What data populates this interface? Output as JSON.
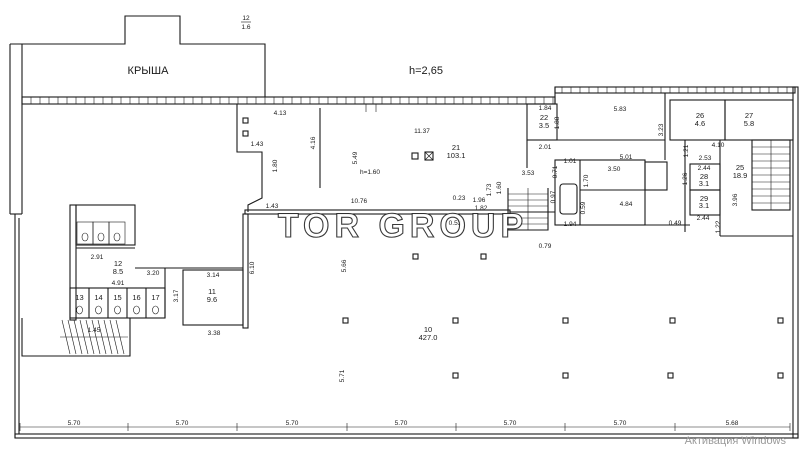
{
  "roof": {
    "label": "КРЫША",
    "height": "h=2,65",
    "mark_top": "12",
    "mark_bottom": "1.6"
  },
  "mezzanine_height": "h=1.60",
  "rooms": [
    {
      "num": "10",
      "area": "427.0"
    },
    {
      "num": "11",
      "area": "9.6"
    },
    {
      "num": "12",
      "area": "8.5"
    },
    {
      "num": "21",
      "area": "103.1"
    },
    {
      "num": "22",
      "area": "3.5"
    },
    {
      "num": "25",
      "area": "18.9"
    },
    {
      "num": "26",
      "area": "4.6"
    },
    {
      "num": "27",
      "area": "5.8"
    },
    {
      "num": "28",
      "area": "3.1"
    },
    {
      "num": "29",
      "area": "3.1"
    }
  ],
  "stalls": [
    "13",
    "14",
    "15",
    "16",
    "17"
  ],
  "dimensions": [
    "4.13",
    "11.37",
    "1.84",
    "5.83",
    "1.88",
    "3.23",
    "4.10",
    "2.01",
    "1.43",
    "4.16",
    "5.49",
    "1.80",
    "1.01",
    "5.01",
    "1.21",
    "2.53",
    "3.50",
    "3.53",
    "0.71",
    "1.70",
    "2.44",
    "1.26",
    "3.96",
    "4.84",
    "1.43",
    "10.76",
    "0.23",
    "1.96",
    "1.73",
    "1.82",
    "0.53",
    "0.97",
    "0.59",
    "1.94",
    "0.79",
    "0.49",
    "2.44",
    "1.22",
    "2.91",
    "3.20",
    "3.14",
    "6.10",
    "5.66",
    "4.91",
    "3.17",
    "1.45",
    "3.38",
    "5.71",
    "1.60"
  ],
  "bottom_dimensions": [
    "5.70",
    "5.70",
    "5.70",
    "5.70",
    "5.70",
    "5.70",
    "5.68"
  ],
  "watermark": "TOR GROUP",
  "system_notice": "Активация Windows",
  "colors": {
    "line": "#1a1a1a",
    "background": "#ffffff",
    "notice": "#9a9a9a"
  }
}
